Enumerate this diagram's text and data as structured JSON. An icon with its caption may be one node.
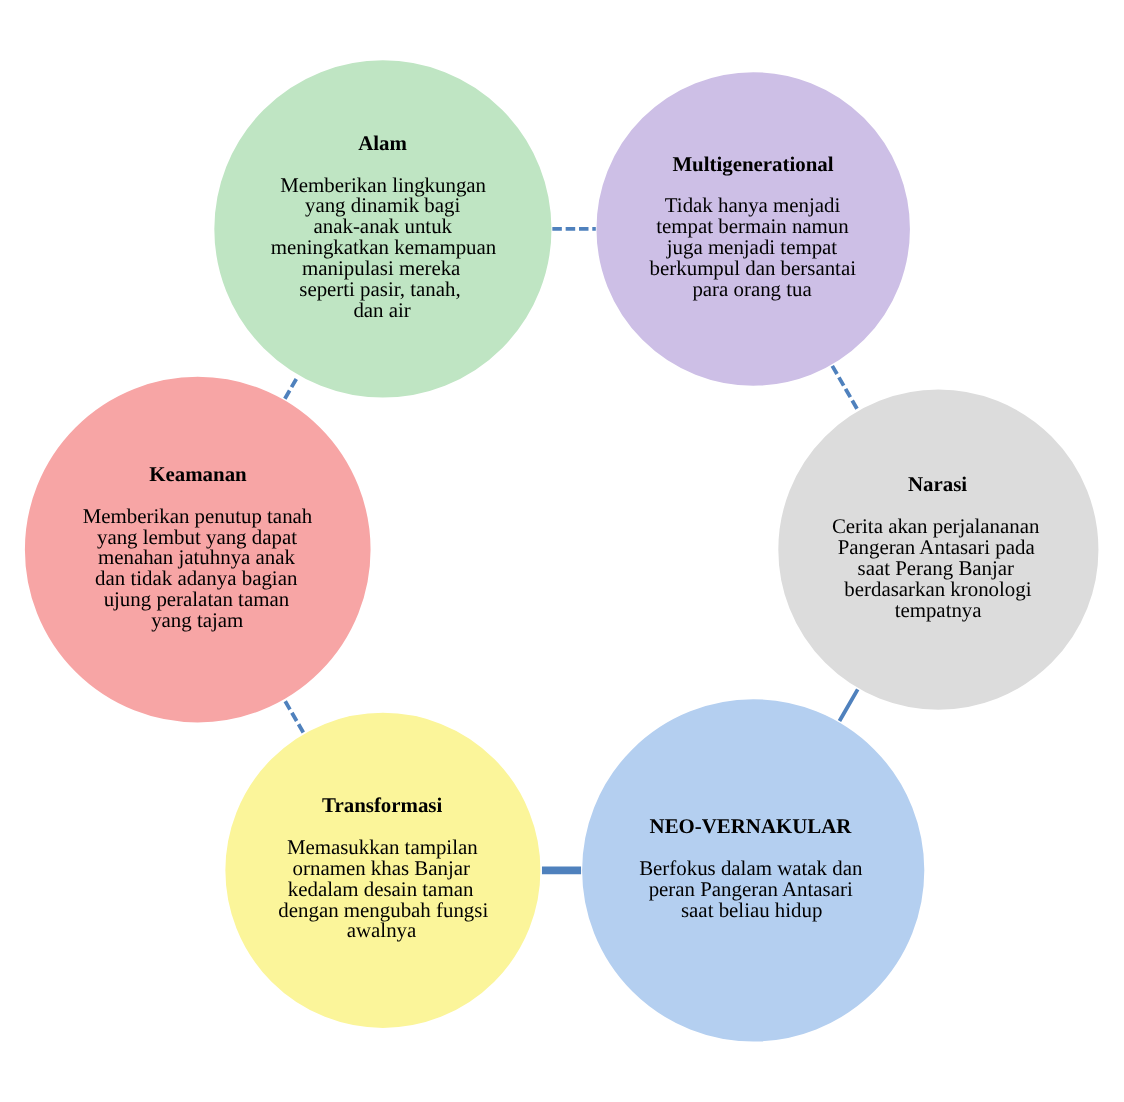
{
  "diagram": {
    "nodes": [
      {
        "text": [
          "NEO-VERNAKULAR",
          "Berfokus dalam watak dan peran Pangeran Antasari saat beliau hidup"
        ]
      },
      {
        "text": [
          "Narasi",
          "Cerita akan perjalananan Pangeran Antasari pada saat Perang Banjar berdasarkan kronologi tempatnya"
        ]
      },
      {
        "text": [
          "Transformasi",
          "Memasukkan tampilan ornamen khas Banjar kedalam desain taman dengan mengubah fungsi awalnya"
        ]
      },
      {
        "text": [
          "Multigenerational",
          "Tidak hanya menjadi tempat bermain namun juga menjadi tempat berkumpul dan bersantai para orang tua"
        ]
      },
      {
        "text": [
          "Alam",
          "Memberikan lingkungan yang dinamik bagi anak-anak untuk meningkatkan kemampuan manipulasi mereka seperti pasir, tanah, dan air"
        ]
      },
      {
        "text": [
          "Keamanan",
          "Memberikan penutup tanah yang lembut yang dapat menahan jatuhnya anak dan tidak adanya bagian ujung peralatan taman yang tajam"
        ]
      }
    ],
    "edges": [
      {
        "from": 0,
        "to": 2,
        "arrow": "none",
        "style": "thick"
      },
      {
        "from": 2,
        "to": 5,
        "arrow": "none",
        "style": "dashed"
      },
      {
        "from": 5,
        "to": 4,
        "arrow": "none",
        "style": "dashed"
      },
      {
        "from": 4,
        "to": 3,
        "arrow": "none",
        "style": "dashed"
      },
      {
        "from": 3,
        "to": 1,
        "arrow": "none",
        "style": "dashed"
      },
      {
        "from": 1,
        "to": 0,
        "arrow": "none"
      }
    ]
  }
}
